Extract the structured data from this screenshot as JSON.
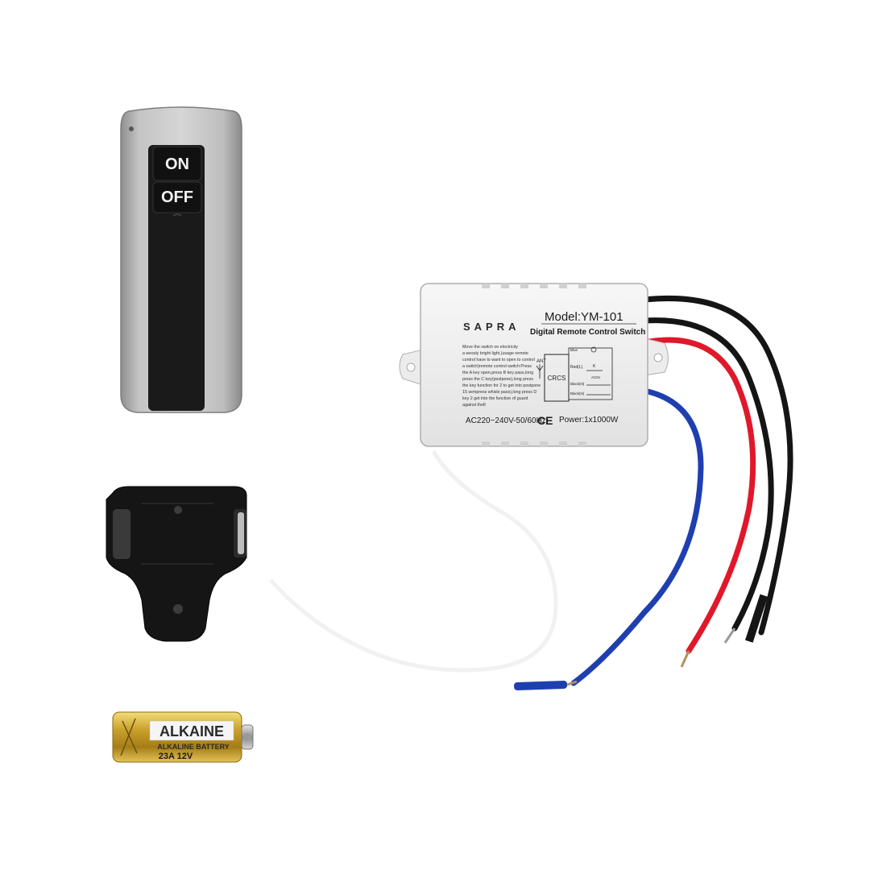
{
  "remote": {
    "on_label": "ON",
    "off_label": "OFF"
  },
  "receiver": {
    "brand": "SAPRA",
    "model": "Model:YM-101",
    "product_name": "Digital Remote Control Switch",
    "instructions": [
      "Move the switch on electricity",
      "a wessly bright light,(usage remote",
      "control have to want to open to control",
      "a switch)remote control switch:Press",
      "the A key open,press B key pass,long",
      "press the C key(postpone),long press",
      "the key function for 2 to get into postpone",
      "15 sempress whisle pass),long press D",
      "key 2 get into the function of guard",
      "against theft"
    ],
    "ant_label": "ANT",
    "chip_label": "CRCS",
    "diagram": {
      "blue_label": "Blue",
      "red_label": "Red(L)",
      "k_label": "K",
      "acin_label": "ACIN",
      "black1_label": "Black(N)",
      "black2_label": "Black(N)"
    },
    "voltage": "AC220~240V-50/60Hz",
    "ce_mark": "CE",
    "power": "Power:1x1000W"
  },
  "battery": {
    "brand": "ALKAINE",
    "type": "ALKALINE BATTERY",
    "spec": "23A 12V"
  },
  "colors": {
    "wire_blue": "#1f3fb0",
    "wire_red": "#e0182a",
    "wire_black": "#151515",
    "remote_silver": "#b9b9b9",
    "battery_gold": "#c9a227"
  }
}
